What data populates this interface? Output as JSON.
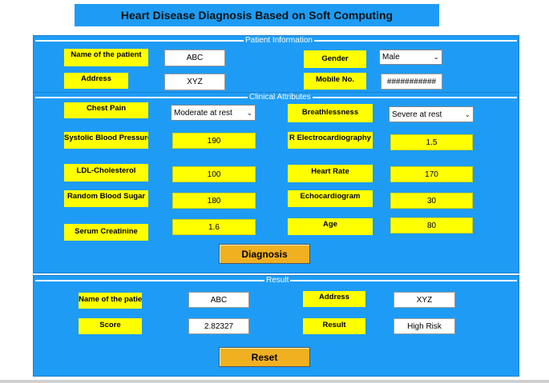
{
  "title": "Heart Disease Diagnosis Based on Soft Computing",
  "patient_info": {
    "legend": "Patient Information",
    "name_label": "Name of the patient",
    "name_value": "ABC",
    "gender_label": "Gender",
    "gender_value": "Male",
    "address_label": "Address",
    "address_value": "XYZ",
    "mobile_label": "Mobile No.",
    "mobile_value": "###########"
  },
  "clinical": {
    "legend": "Clinical Attributes",
    "chest_pain_label": "Chest Pain",
    "chest_pain_value": "Moderate at rest",
    "breathlessness_label": "Breathlessness",
    "breathlessness_value": "Severe at rest",
    "sbp_label": "Systolic Blood Pressure",
    "sbp_value": "190",
    "ecg_label": "R Electrocardiography",
    "ecg_value": "1.5",
    "ldl_label": "LDL-Cholesterol",
    "ldl_value": "100",
    "heart_rate_label": "Heart Rate",
    "heart_rate_value": "170",
    "rbs_label": "Random Blood Sugar",
    "rbs_value": "180",
    "echo_label": "Echocardiogram",
    "echo_value": "30",
    "creatinine_label": "Serum Creatinine",
    "creatinine_value": "1.6",
    "age_label": "Age",
    "age_value": "80",
    "diagnosis_button": "Diagnosis"
  },
  "result": {
    "legend": "Result",
    "name_label": "Name of the patient",
    "name_value": "ABC",
    "address_label": "Address",
    "address_value": "XYZ",
    "score_label": "Score",
    "score_value": "2.82327",
    "result_label": "Result",
    "result_value": "High Risk",
    "reset_button": "Reset"
  },
  "colors": {
    "panel": "#1e9cf5",
    "label": "#ffff00",
    "button": "#f0b020"
  }
}
